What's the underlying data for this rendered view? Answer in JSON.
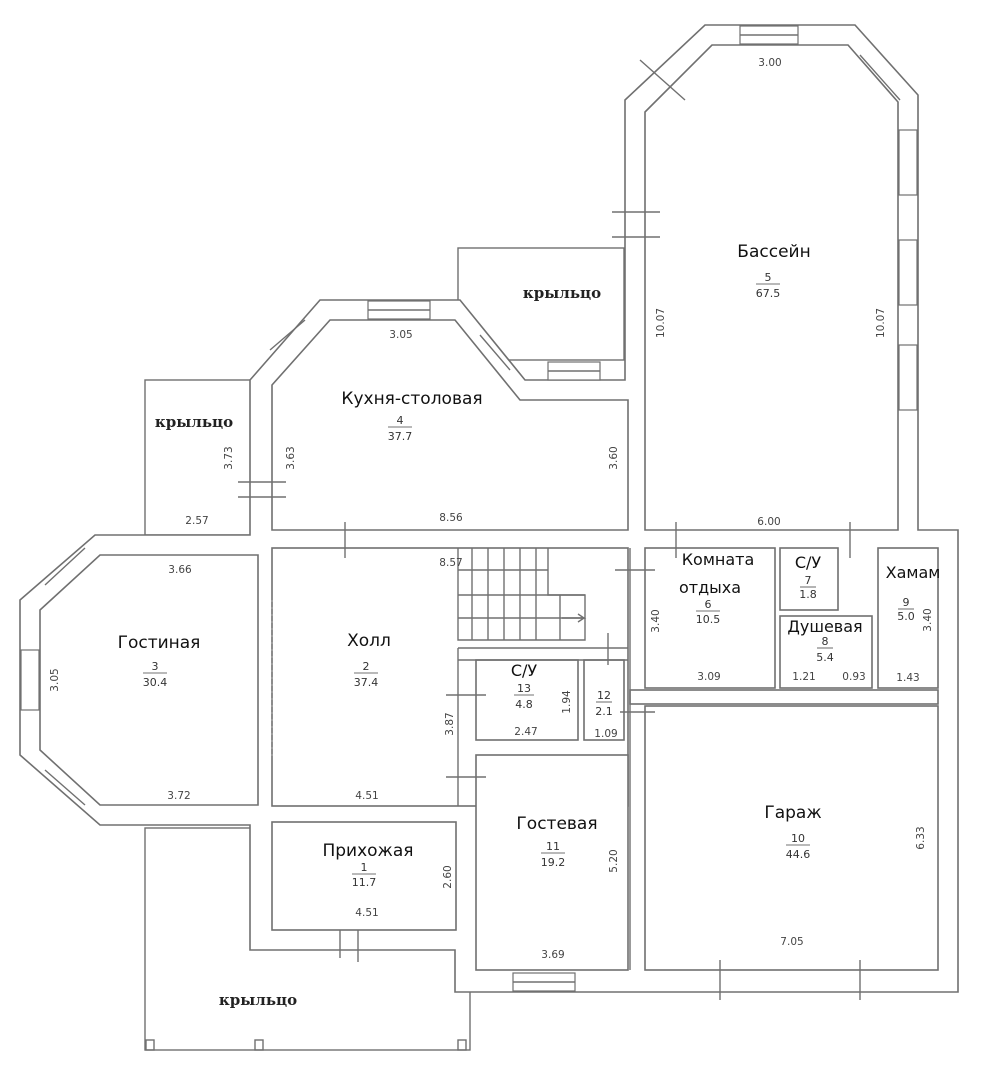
{
  "rooms": {
    "pool": {
      "name": "Бассейн",
      "number": "5",
      "area": "67.5"
    },
    "kitchen": {
      "name": "Кухня-столовая",
      "number": "4",
      "area": "37.7"
    },
    "living": {
      "name": "Гостиная",
      "number": "3",
      "area": "30.4"
    },
    "hall": {
      "name": "Холл",
      "number": "2",
      "area": "37.4"
    },
    "rest": {
      "name_line1": "Комната",
      "name_line2": "отдыха",
      "number": "6",
      "area": "10.5"
    },
    "wc7": {
      "name": "С/У",
      "number": "7",
      "area": "1.8"
    },
    "hamam": {
      "name": "Хамам",
      "number": "9",
      "area": "5.0"
    },
    "shower": {
      "name": "Душевая",
      "number": "8",
      "area": "5.4"
    },
    "wc13": {
      "name": "С/У",
      "number": "13",
      "area": "4.8"
    },
    "room12": {
      "number": "12",
      "area": "2.1"
    },
    "entrance": {
      "name": "Прихожая",
      "number": "1",
      "area": "11.7"
    },
    "guest": {
      "name": "Гостевая",
      "number": "11",
      "area": "19.2"
    },
    "garage": {
      "name": "Гараж",
      "number": "10",
      "area": "44.6"
    }
  },
  "porches": {
    "top": "крыльцо",
    "left": "крыльцо",
    "bottom": "крыльцо"
  },
  "dimensions": {
    "pool_top": "3.00",
    "pool_left": "10.07",
    "pool_right": "10.07",
    "pool_bottom": "6.00",
    "kitchen_top": "3.05",
    "kitchen_left": "3.63",
    "kitchen_right": "3.60",
    "kitchen_bottom": "8.56",
    "hall_top": "8.57",
    "porch_left_h": "3.73",
    "porch_left_w": "2.57",
    "living_top": "3.66",
    "living_left": "3.05",
    "living_bottom": "3.72",
    "hall_bottom": "4.51",
    "hall_right": "3.87",
    "rest_left": "3.40",
    "rest_bottom": "3.09",
    "hamam_right": "3.40",
    "shower_left_w": "1.21",
    "shower_right_w": "0.93",
    "hamam_w": "1.43",
    "wc13_right": "1.94",
    "wc13_bottom": "2.47",
    "room12_bottom": "1.09",
    "entrance_right": "2.60",
    "entrance_bottom": "4.51",
    "guest_right": "5.20",
    "guest_bottom": "3.69",
    "garage_right": "6.33",
    "garage_bottom": "7.05"
  }
}
